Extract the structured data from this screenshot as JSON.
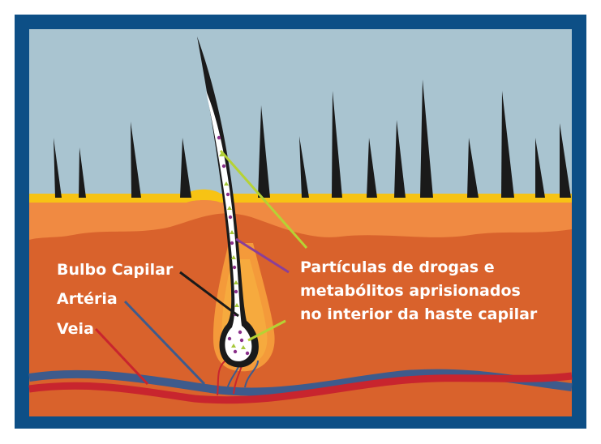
{
  "labels": {
    "bulbo": "Bulbo Capilar",
    "arteria": "Artéria",
    "veia": "Veia",
    "particles_line1": "Partículas de drogas e",
    "particles_line2": "metabólitos aprisionados",
    "particles_line3": "no interior da haste capilar"
  },
  "colors": {
    "frame": "#0d4f86",
    "sky": "#a9c4d0",
    "fat_layer": "#f7c314",
    "skin_upper": "#f08a42",
    "skin_lower": "#d9622c",
    "hair": "#1a1a1a",
    "artery": "#3e5b8c",
    "vein": "#c8252e",
    "pointer_green": "#b6d234",
    "pointer_purple": "#8a3f98",
    "particle_purple": "#8a2f8a",
    "particle_green": "#a6c83a"
  }
}
